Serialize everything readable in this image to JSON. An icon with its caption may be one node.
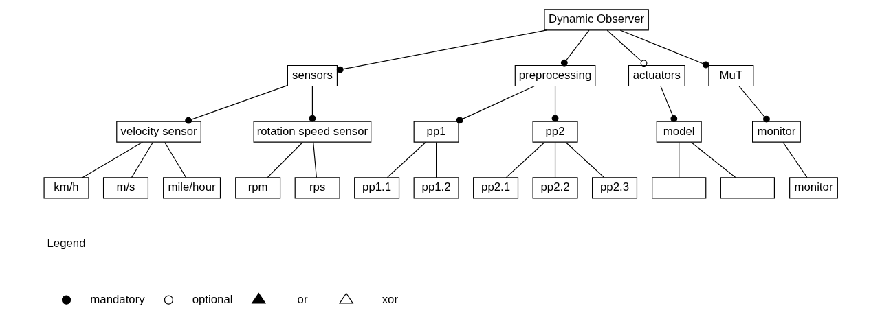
{
  "diagram": {
    "nodes": [
      {
        "text": [
          "Dynamic Observer"
        ]
      },
      {
        "text": [
          "sensors"
        ]
      },
      {
        "text": [
          "preprocessing"
        ]
      },
      {
        "text": [
          "actuators"
        ]
      },
      {
        "text": [
          "MuT"
        ]
      },
      {
        "text": [
          "velocity sensor"
        ]
      },
      {
        "text": [
          "rotation speed sensor"
        ]
      },
      {
        "text": [
          "pp1"
        ]
      },
      {
        "text": [
          "pp2"
        ]
      },
      {
        "text": [
          "model"
        ]
      },
      {
        "text": [
          "monitor"
        ]
      },
      {
        "text": [
          "km/h"
        ]
      },
      {
        "text": [
          "m/s"
        ]
      },
      {
        "text": [
          "mile/hour"
        ]
      },
      {
        "text": [
          "rpm"
        ]
      },
      {
        "text": [
          "rps"
        ]
      },
      {
        "text": [
          "pp1.1"
        ]
      },
      {
        "text": [
          "pp1.2"
        ]
      },
      {
        "text": [
          "pp2.1"
        ]
      },
      {
        "text": [
          "pp2.2"
        ]
      },
      {
        "text": [
          "pp2.3"
        ]
      },
      {
        "text": [],
        "shape": "box"
      },
      {
        "text": [],
        "shape": "box"
      },
      {
        "text": [
          "monitor"
        ]
      }
    ],
    "edges": [
      {
        "from": 0,
        "to": 1,
        "arrow": "other"
      },
      {
        "from": 0,
        "to": 2,
        "arrow": "other"
      },
      {
        "from": 0,
        "to": 3,
        "arrow": "other"
      },
      {
        "from": 0,
        "to": 4,
        "arrow": "other"
      },
      {
        "from": 1,
        "to": 5,
        "arrow": "other"
      },
      {
        "from": 1,
        "to": 6,
        "arrow": "other"
      },
      {
        "from": 2,
        "to": 7,
        "arrow": "other"
      },
      {
        "from": 2,
        "to": 8,
        "arrow": "other"
      },
      {
        "from": 3,
        "to": 9,
        "arrow": "other"
      },
      {
        "from": 4,
        "to": 10,
        "arrow": "other"
      },
      {
        "from": 5,
        "to": 11,
        "arrow": "none"
      },
      {
        "from": 5,
        "to": 12,
        "arrow": "none"
      },
      {
        "from": 5,
        "to": 13,
        "arrow": "none"
      },
      {
        "from": 6,
        "to": 14,
        "arrow": "none"
      },
      {
        "from": 6,
        "to": 15,
        "arrow": "none"
      },
      {
        "from": 7,
        "to": 16,
        "arrow": "none"
      },
      {
        "from": 7,
        "to": 17,
        "arrow": "none"
      },
      {
        "from": 8,
        "to": 18,
        "arrow": "none"
      },
      {
        "from": 8,
        "to": 19,
        "arrow": "none"
      },
      {
        "from": 8,
        "to": 20,
        "arrow": "none"
      },
      {
        "from": 9,
        "to": 21,
        "arrow": "none"
      },
      {
        "from": 9,
        "to": 22,
        "arrow": "none"
      },
      {
        "from": 10,
        "to": 23,
        "arrow": "none"
      }
    ],
    "labels": [
      "Legend"
    ],
    "legend": [
      {
        "text": "mandatory"
      },
      {
        "text": "optional"
      },
      {
        "text": "or"
      },
      {
        "text": "xor"
      }
    ]
  }
}
